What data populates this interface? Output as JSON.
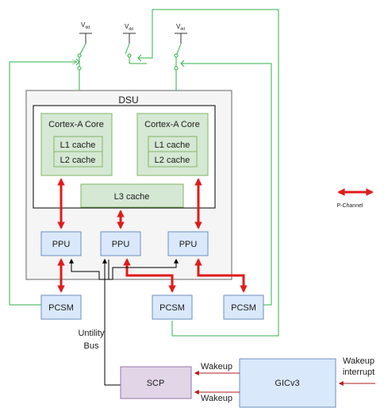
{
  "diagram": {
    "supply_label": "V",
    "supply_subscript": "dd",
    "dsu_label": "DSU",
    "cores": [
      {
        "title": "Cortex-A Core",
        "l1": "L1 cache",
        "l2": "L2 cache"
      },
      {
        "title": "Cortex-A Core",
        "l1": "L1 cache",
        "l2": "L2 cache"
      }
    ],
    "l3_label": "L3 cache",
    "ppu_label": "PPU",
    "pcsm_label": "PCSM",
    "utility_bus_line1": "Untility",
    "utility_bus_line2": "Bus",
    "scp_label": "SCP",
    "gic_label": "GICv3",
    "wakeup_label": "Wakeup",
    "wakeup_interrupt_line1": "Wakeup",
    "wakeup_interrupt_line2": "interrupt",
    "legend_label": "P-Channel",
    "colors": {
      "green_fill": "#d5e8d4",
      "green_stroke": "#82b366",
      "blue_fill": "#dae8fc",
      "blue_stroke": "#6c8ebf",
      "purple_fill": "#e1d5e7",
      "purple_stroke": "#9673a6",
      "wire_green": "#2fb14a",
      "pchannel_red": "#e01b1b",
      "dsu_fill": "#f5f5f5"
    }
  }
}
